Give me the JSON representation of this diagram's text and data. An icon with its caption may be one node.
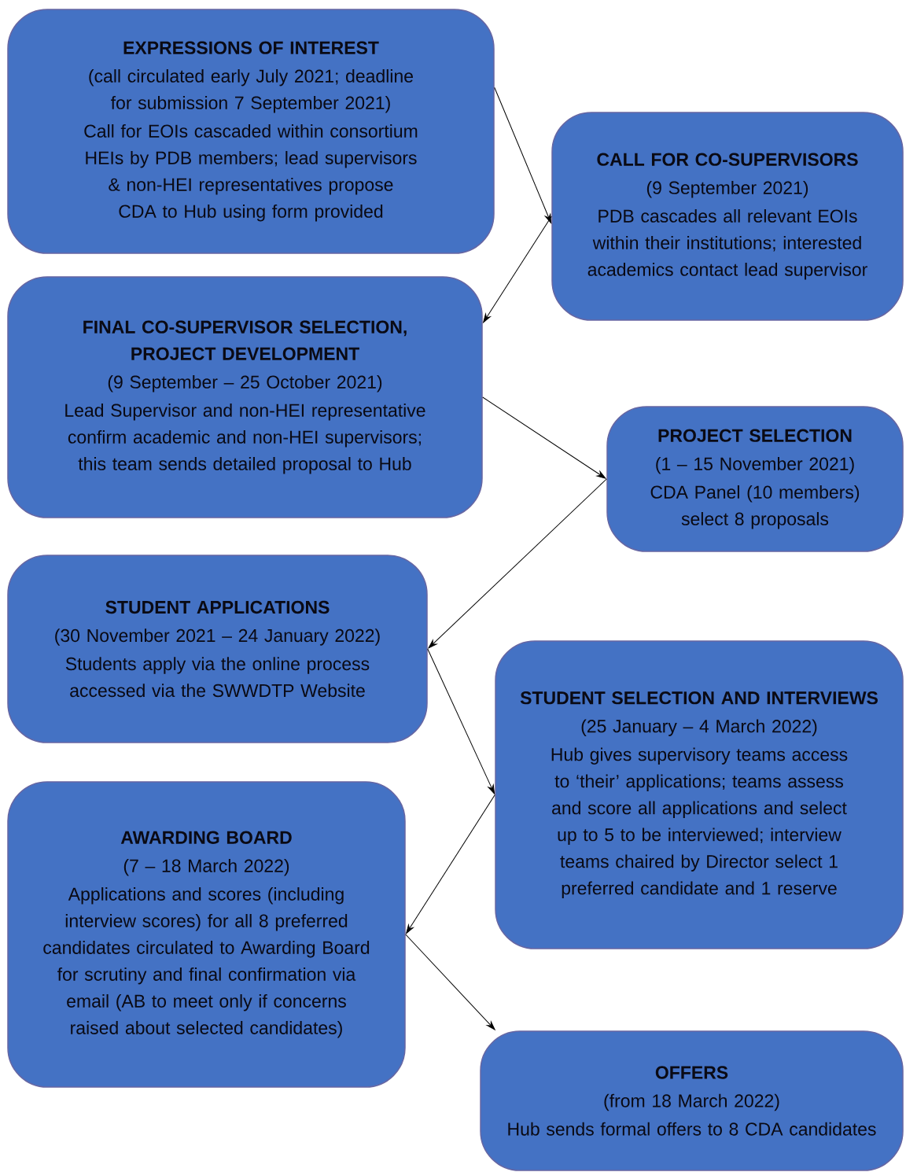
{
  "diagram": {
    "nodes": [
      {
        "text": [
          "EXPRESSIONS OF INTEREST",
          "(call circulated early July 2021; deadline for submission 7 September 2021)",
          "Call for EOIs cascaded within consortium HEIs by PDB members; lead supervisors & non-HEI representatives propose CDA to Hub using form provided"
        ]
      },
      {
        "text": [
          "CALL FOR CO-SUPERVISORS",
          "(9 September 2021)",
          "PDB cascades all relevant EOIs within their institutions; interested academics contact lead supervisor"
        ]
      },
      {
        "text": [
          "FINAL CO-SUPERVISOR SELECTION, PROJECT DEVELOPMENT",
          "(9 September – 25 October 2021)",
          "Lead Supervisor and non-HEI representative confirm academic and non-HEI supervisors; this team sends detailed proposal to Hub"
        ]
      },
      {
        "text": [
          "PROJECT SELECTION",
          "(1 – 15 November 2021)",
          "CDA Panel (10 members) select 8 proposals"
        ]
      },
      {
        "text": [
          "STUDENT APPLICATIONS",
          "(30 November 2021 – 24 January 2022)",
          "Students apply via the online process accessed via the SWWDTP Website"
        ]
      },
      {
        "text": [
          "STUDENT SELECTION AND INTERVIEWS",
          "(25 January – 4 March 2022)",
          "Hub gives supervisory teams access to ‘their’ applications; teams assess and score all applications and select up to 5 to be interviewed; interview teams chaired by Director select 1 preferred candidate and 1 reserve"
        ]
      },
      {
        "text": [
          "AWARDING BOARD",
          "(7 – 18 March 2022)",
          "Applications and scores (including interview scores) for all 8 preferred candidates circulated to Awarding Board for scrutiny and final confirmation via email (AB to meet only if concerns raised about selected candidates)"
        ]
      },
      {
        "text": [
          "OFFERS",
          "(from 18 March 2022)",
          "Hub sends formal offers to 8 CDA candidates"
        ]
      }
    ],
    "edges": [
      {
        "from": 0,
        "to": 1,
        "arrow": "to"
      },
      {
        "from": 1,
        "to": 2,
        "arrow": "to"
      },
      {
        "from": 2,
        "to": 3,
        "arrow": "to"
      },
      {
        "from": 3,
        "to": 4,
        "arrow": "to"
      },
      {
        "from": 4,
        "to": 5,
        "arrow": "to"
      },
      {
        "from": 5,
        "to": 6,
        "arrow": "to"
      },
      {
        "from": 6,
        "to": 7,
        "arrow": "to"
      }
    ]
  }
}
